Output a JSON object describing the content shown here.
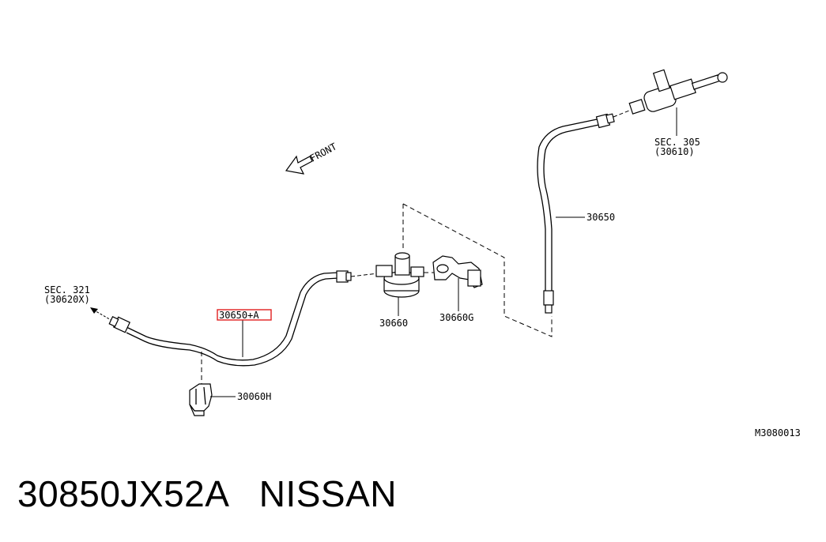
{
  "diagram": {
    "front_label": "FRONT",
    "labels": {
      "sec321_line1": "SEC. 321",
      "sec321_line2": "(30620X)",
      "sec305_line1": "SEC. 305",
      "sec305_line2": "(30610)",
      "part_30650": "30650",
      "part_30650_a": "30650+A",
      "part_30660": "30660",
      "part_30660g": "30660G",
      "part_30060h": "30060H"
    },
    "diagram_code": "M3080013",
    "highlight_color": "#e02020"
  },
  "footer": {
    "part_number": "30850JX52A",
    "brand": "NISSAN"
  }
}
